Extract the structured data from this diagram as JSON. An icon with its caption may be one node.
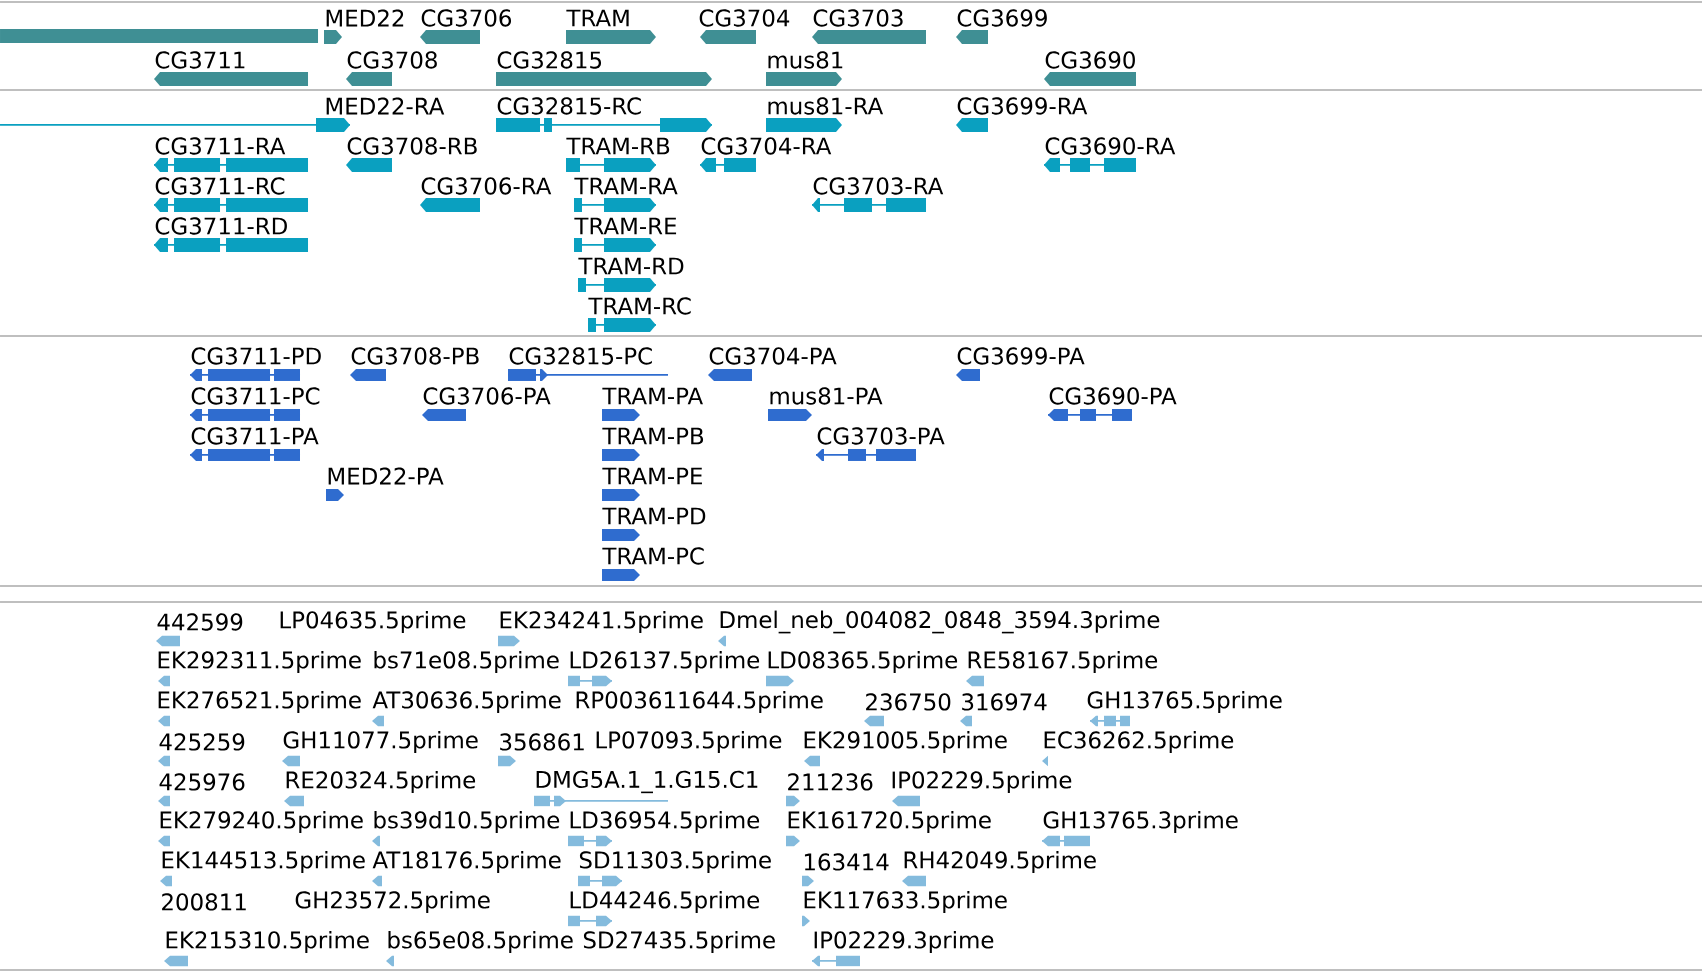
{
  "diagram": {
    "labels": [
      "MED22",
      "CG3706",
      "TRAM",
      "CG3704",
      "CG3703",
      "CG3699",
      "CG3711",
      "CG3708",
      "CG32815",
      "mus81",
      "CG3690",
      "MED22-RA",
      "CG32815-RC",
      "mus81-RA",
      "CG3699-RA",
      "CG3711-RA",
      "CG3708-RB",
      "TRAM-RB",
      "CG3704-RA",
      "CG3690-RA",
      "CG3711-RC",
      "CG3706-RA",
      "TRAM-RA",
      "CG3703-RA",
      "CG3711-RD",
      "TRAM-RE",
      "TRAM-RD",
      "TRAM-RC",
      "CG3711-PD",
      "CG3708-PB",
      "CG32815-PC",
      "CG3704-PA",
      "CG3699-PA",
      "CG3711-PC",
      "CG3706-PA",
      "TRAM-PA",
      "mus81-PA",
      "CG3690-PA",
      "CG3711-PA",
      "TRAM-PB",
      "CG3703-PA",
      "MED22-PA",
      "TRAM-PE",
      "TRAM-PD",
      "TRAM-PC",
      "442599",
      "LP04635.5prime",
      "EK234241.5prime",
      "Dmel_neb_004082_0848_3594.3prime",
      "EK292311.5prime",
      "bs71e08.5prime",
      "LD26137.5prime",
      "LD08365.5prime",
      "RE58167.5prime",
      "EK276521.5prime",
      "AT30636.5prime",
      "RP003611644.5prime",
      "236750",
      "316974",
      "GH13765.5prime",
      "425259",
      "GH11077.5prime",
      "356861",
      "LP07093.5prime",
      "EK291005.5prime",
      "EC36262.5prime",
      "425976",
      "RE20324.5prime",
      "DMG5A.1_1.G15.C1",
      "211236",
      "IP02229.5prime",
      "EK279240.5prime",
      "bs39d10.5prime",
      "LD36954.5prime",
      "EK161720.5prime",
      "GH13765.3prime",
      "EK144513.5prime",
      "AT18176.5prime",
      "SD11303.5prime",
      "163414",
      "RH42049.5prime",
      "200811",
      "GH23572.5prime",
      "LD44246.5prime",
      "EK117633.5prime",
      "EK215310.5prime",
      "bs65e08.5prime",
      "SD27435.5prime",
      "IP02229.3prime"
    ]
  }
}
